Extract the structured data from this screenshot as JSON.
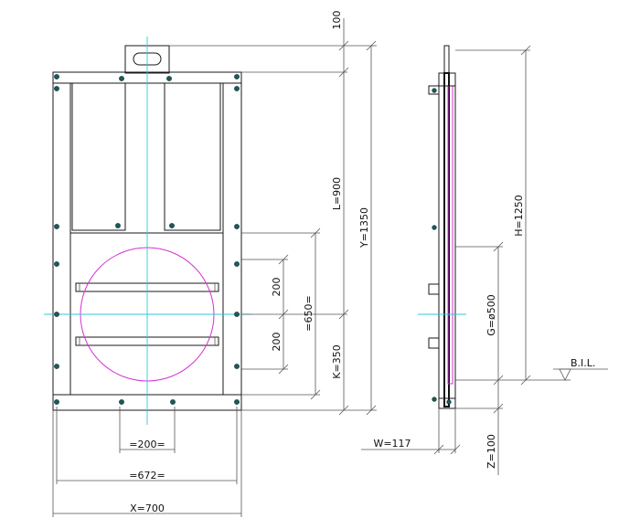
{
  "dimensions": {
    "top_100": "100",
    "l": "L=900",
    "y": "Y=1350",
    "d650": "=650=",
    "d200_upper": "200",
    "d200_lower": "200",
    "k": "K=350",
    "w200": "=200=",
    "w672": "=672=",
    "x": "X=700",
    "h": "H=1250",
    "g": "G=ø500",
    "w": "W=117",
    "z": "Z=100",
    "bil": "B.I.L."
  },
  "colors": {
    "line": "#1a1a1a",
    "centerline": "#30c8d8",
    "opening": "#d430d4",
    "bolt": "#1e5a5a"
  }
}
